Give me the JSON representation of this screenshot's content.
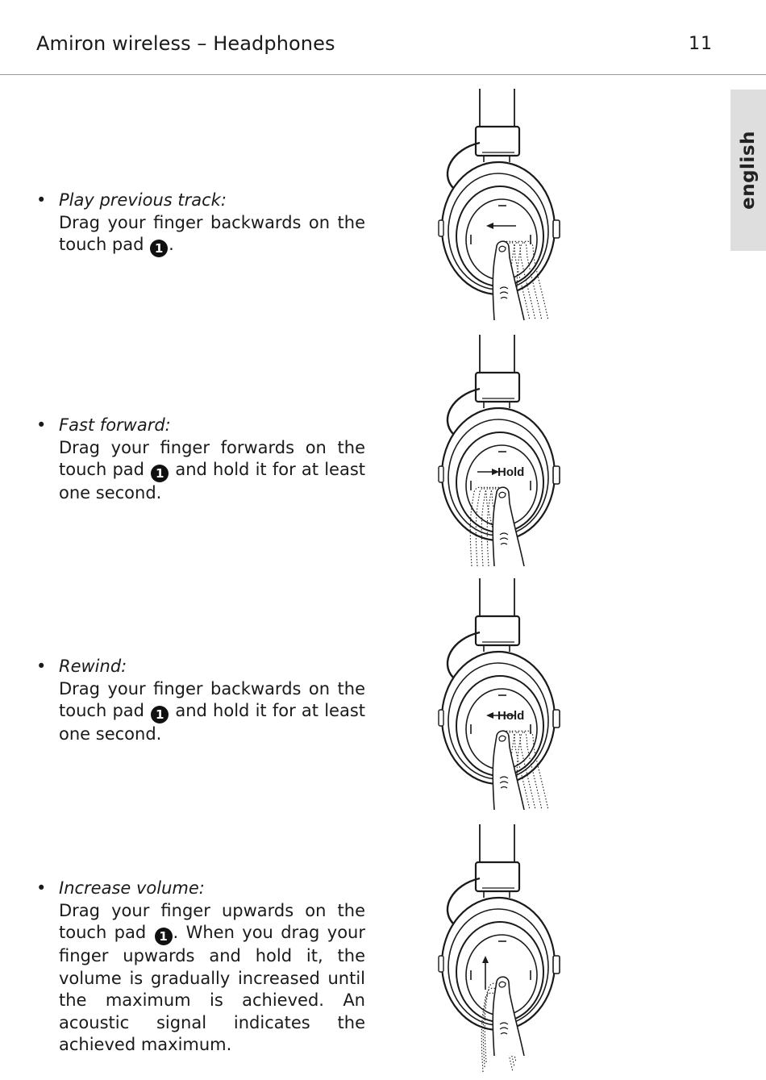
{
  "header": {
    "title": "Amiron wireless – Headphones",
    "page_number": "11"
  },
  "sidebar_tab": {
    "label": "english"
  },
  "badge_number": "1",
  "instructions": [
    {
      "title": "Play previous track:",
      "desc_before": "Drag your finger backwards on the touch pad ",
      "desc_after": ".",
      "direction": "left",
      "hold_label": ""
    },
    {
      "title": "Fast forward:",
      "desc_before": "Drag your finger forwards on the touch pad ",
      "desc_after": " and hold it for at least one second.",
      "direction": "right",
      "hold_label": "Hold"
    },
    {
      "title": "Rewind:",
      "desc_before": "Drag your finger backwards on the touch pad ",
      "desc_after": " and hold it for at least one second.",
      "direction": "left",
      "hold_label": "Hold"
    },
    {
      "title": "Increase volume:",
      "desc_before": "Drag your finger upwards on the touch pad ",
      "desc_after": ". When you drag your finger upwards and hold it, the volume is gradually increased until the maximum is achieved. An acoustic signal indicates the achieved maximum.",
      "direction": "up",
      "hold_label": ""
    }
  ]
}
